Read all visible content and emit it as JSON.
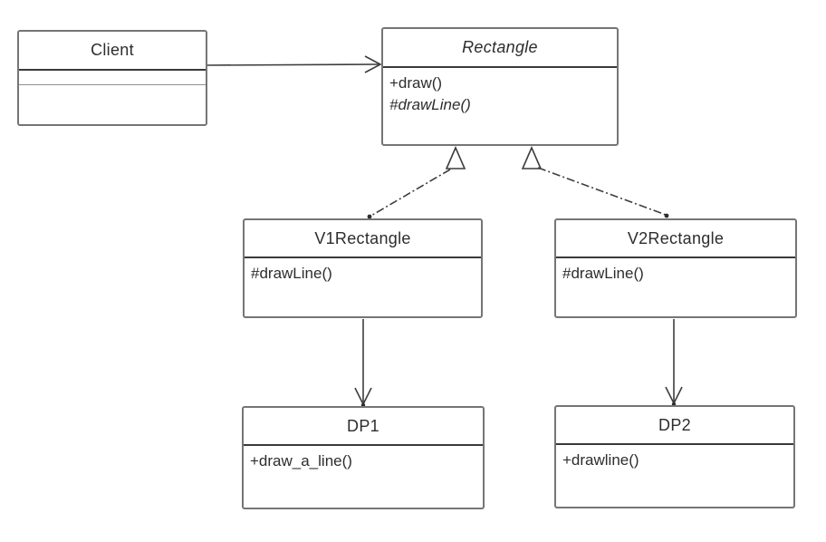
{
  "diagram": {
    "kind": "uml-class-diagram",
    "background_color": "#ffffff",
    "line_color": "#3d3d3d",
    "border_color": "#757575",
    "text_color": "#2d2d2d"
  },
  "classes": {
    "client": {
      "name": "Client",
      "abstract": false,
      "attributes": [],
      "methods": []
    },
    "rectangle": {
      "name": "Rectangle",
      "abstract": true,
      "methods": [
        "+draw()",
        "#drawLine()"
      ]
    },
    "v1rectangle": {
      "name": "V1Rectangle",
      "abstract": false,
      "methods": [
        "#drawLine()"
      ]
    },
    "v2rectangle": {
      "name": "V2Rectangle",
      "abstract": false,
      "methods": [
        "#drawLine()"
      ]
    },
    "dp1": {
      "name": "DP1",
      "abstract": false,
      "methods": [
        "+draw_a_line()"
      ]
    },
    "dp2": {
      "name": "DP2",
      "abstract": false,
      "methods": [
        "+drawline()"
      ]
    }
  },
  "relationships": [
    {
      "type": "association",
      "from": "Client",
      "to": "Rectangle",
      "line": "solid",
      "arrow": "open"
    },
    {
      "type": "generalization",
      "from": "V1Rectangle",
      "to": "Rectangle",
      "line": "dashed",
      "arrow": "hollow-triangle"
    },
    {
      "type": "generalization",
      "from": "V2Rectangle",
      "to": "Rectangle",
      "line": "dashed",
      "arrow": "hollow-triangle"
    },
    {
      "type": "association",
      "from": "V1Rectangle",
      "to": "DP1",
      "line": "solid",
      "arrow": "open"
    },
    {
      "type": "association",
      "from": "V2Rectangle",
      "to": "DP2",
      "line": "solid",
      "arrow": "open"
    }
  ]
}
